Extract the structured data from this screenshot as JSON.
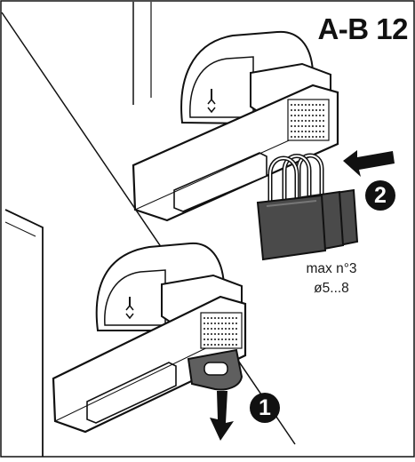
{
  "figure": {
    "title": "A-B 12",
    "steps": [
      {
        "number": "2"
      },
      {
        "number": "1"
      }
    ],
    "padlock_note": {
      "line1": "max n°3",
      "line2": "ø5...8"
    }
  },
  "colors": {
    "outline": "#111111",
    "padlock_body": "#4a4a4a",
    "lock_tab": "#5f5f5f",
    "handle_fill": "#ffffff"
  },
  "icons": [
    "arrow-left-icon",
    "arrow-down-icon",
    "padlock-icon",
    "vent-grille-icon"
  ]
}
